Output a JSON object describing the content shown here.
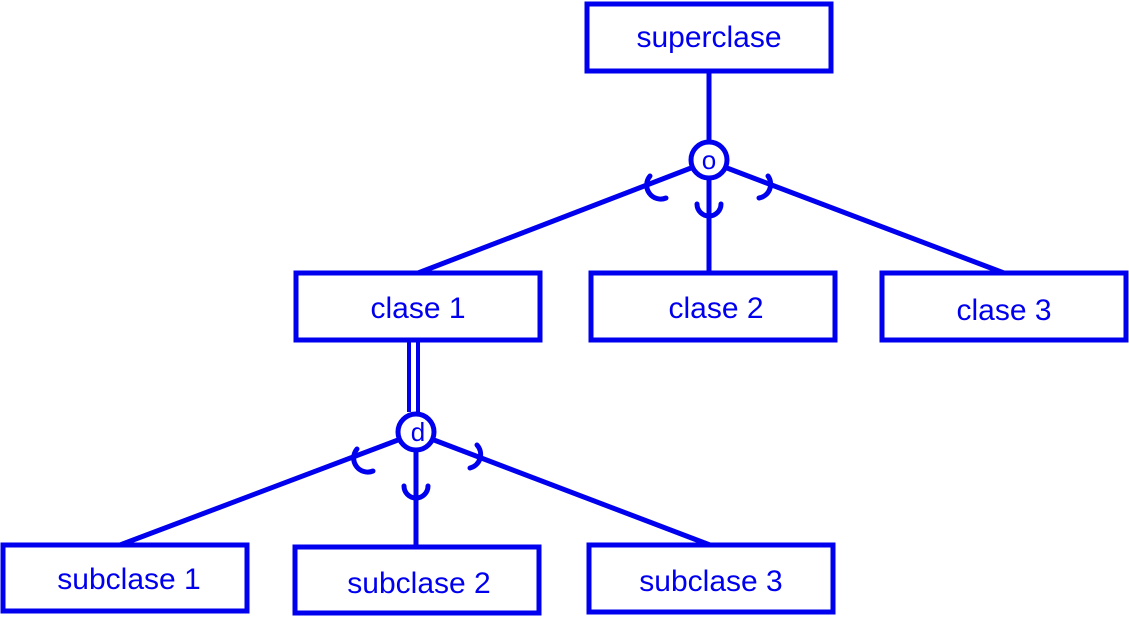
{
  "diagram": {
    "color": "#0000ee",
    "superclass": {
      "label": "superclase"
    },
    "top_constraint": {
      "symbol": "o"
    },
    "classes": [
      {
        "label": "clase 1"
      },
      {
        "label": "clase 2"
      },
      {
        "label": "clase 3"
      }
    ],
    "sub_constraint": {
      "symbol": "d"
    },
    "subclasses": [
      {
        "label": "subclase 1"
      },
      {
        "label": "subclase 2"
      },
      {
        "label": "subclase 3"
      }
    ]
  }
}
